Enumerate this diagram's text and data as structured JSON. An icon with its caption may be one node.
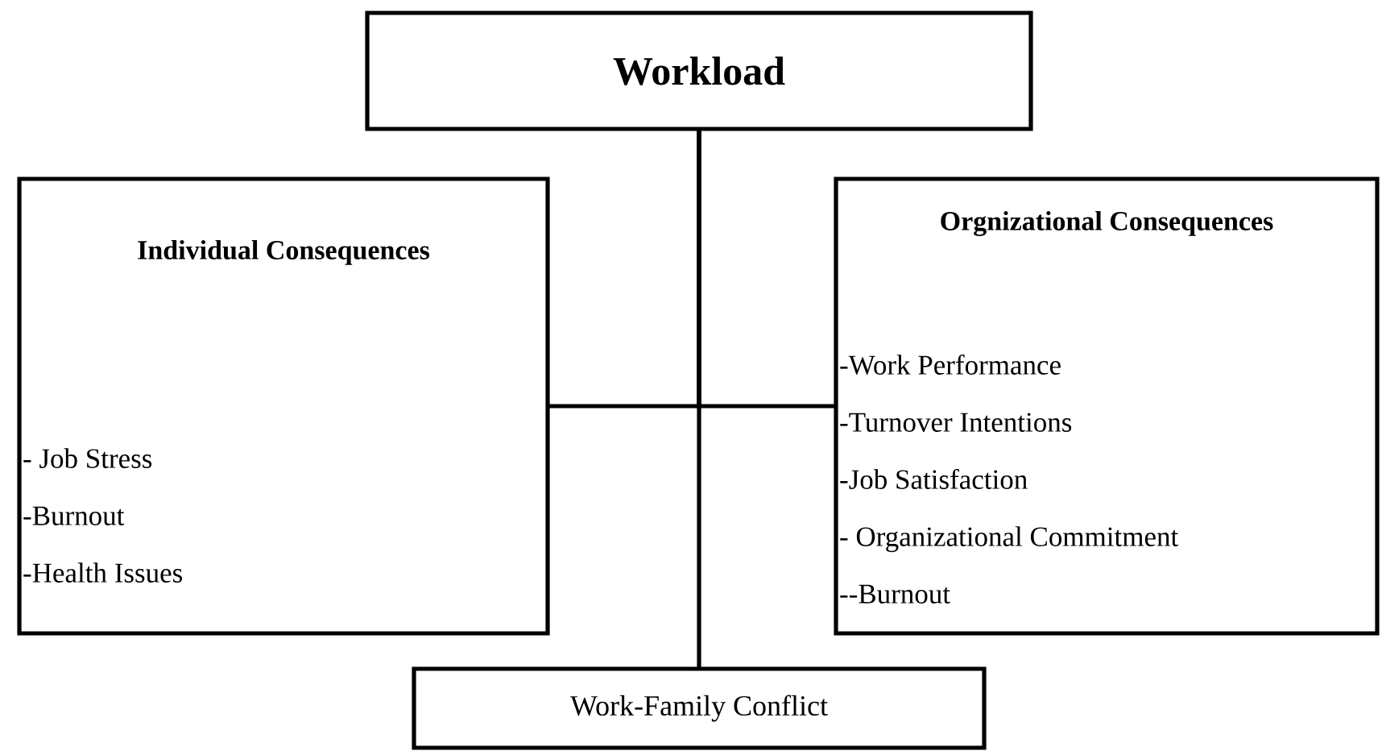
{
  "diagram": {
    "nodes": [
      {
        "text": [
          "Workload"
        ]
      },
      {
        "text": [
          "Individual Consequences",
          "- Job Stress",
          "-Burnout",
          "-Health Issues"
        ]
      },
      {
        "text": [
          "Orgnizational Consequences",
          "-Work Performance",
          "-Turnover Intentions",
          "-Job Satisfaction",
          "- Organizational Commitment",
          "--Burnout"
        ]
      },
      {
        "text": [
          "Work-Family Conflict"
        ]
      }
    ],
    "edges": [
      {
        "from": 0,
        "to": 3,
        "arrow": "none"
      },
      {
        "from": 0,
        "to": 1,
        "arrow": "none"
      },
      {
        "from": 0,
        "to": 2,
        "arrow": "none"
      }
    ]
  }
}
